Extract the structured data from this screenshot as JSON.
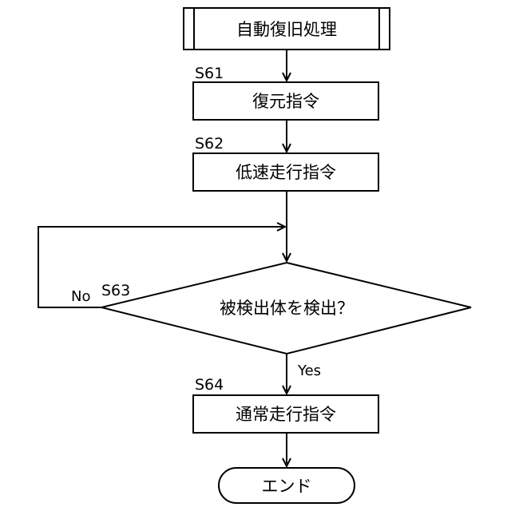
{
  "start": {
    "label": "自動復旧処理"
  },
  "steps": [
    {
      "id": "S61",
      "label": "復元指令"
    },
    {
      "id": "S62",
      "label": "低速走行指令"
    }
  ],
  "decision": {
    "id": "S63",
    "label": "被検出体を検出？",
    "no_label": "No",
    "yes_label": "Yes"
  },
  "after_decision": {
    "id": "S64",
    "label": "通常走行指令"
  },
  "end": {
    "label": "エンド"
  }
}
